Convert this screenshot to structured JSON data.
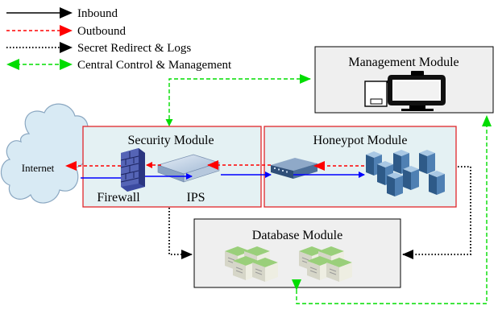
{
  "legend": {
    "inbound": "Inbound",
    "outbound": "Outbound",
    "secret": "Secret Redirect & Logs",
    "central": "Central Control & Management"
  },
  "nodes": {
    "internet": "Internet",
    "security": "Security Module",
    "firewall": "Firewall",
    "ips": "IPS",
    "honeypot": "Honeypot Module",
    "database": "Database Module",
    "management": "Management Module"
  },
  "colors": {
    "inbound": "#0000ff",
    "outbound": "#ff0000",
    "secret": "#000000",
    "central": "#00dd00",
    "module_border": "#e0262b",
    "module_fill": "#e4f1f3",
    "gray_fill": "#efefef",
    "cloud_fill": "#d8eaf4",
    "cloud_stroke": "#8aa7c1"
  }
}
